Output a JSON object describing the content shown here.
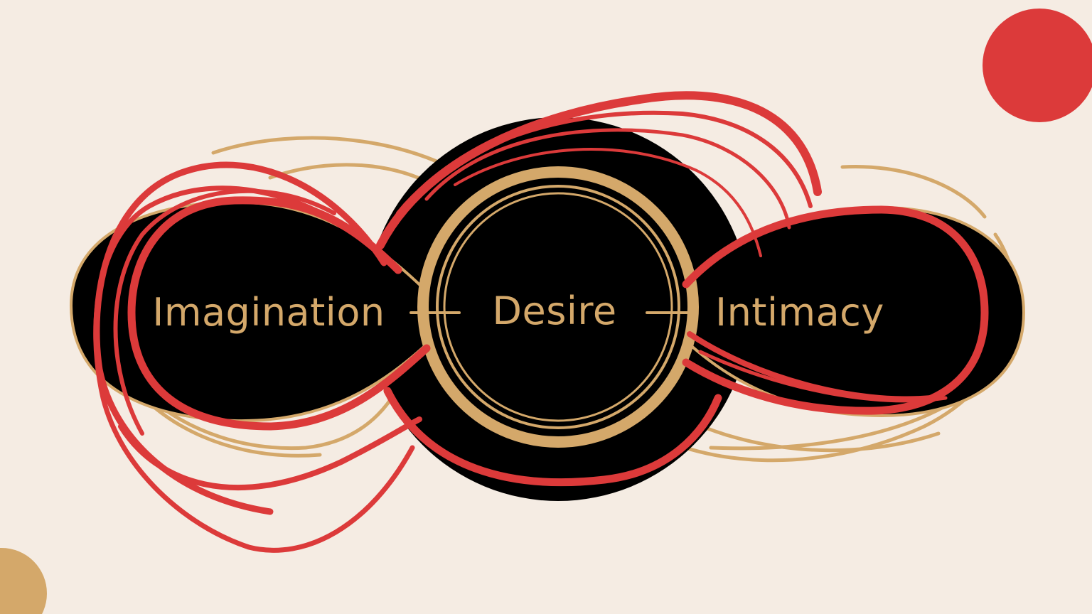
{
  "diagram": {
    "nodes": [
      {
        "id": "imagination",
        "label": "Imagination"
      },
      {
        "id": "desire",
        "label": "Desire"
      },
      {
        "id": "intimacy",
        "label": "Intimacy"
      }
    ],
    "connectors": [
      {
        "from": "imagination",
        "to": "desire"
      },
      {
        "from": "desire",
        "to": "intimacy"
      }
    ]
  },
  "colors": {
    "background": "#f5ece3",
    "black": "#000000",
    "red": "#dc3a3a",
    "gold": "#d4a86a"
  }
}
